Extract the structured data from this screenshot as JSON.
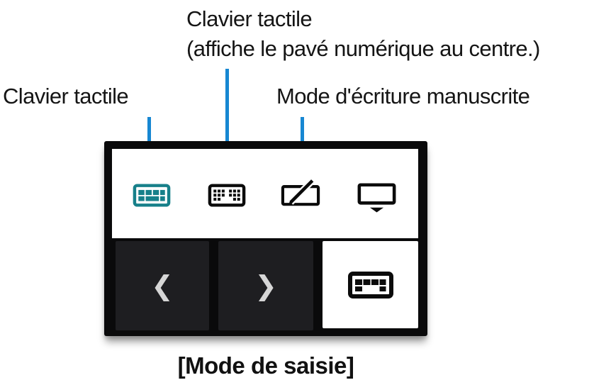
{
  "colors": {
    "callout_blue": "#1787D2",
    "selected_teal": "#17808A",
    "dark_button": "#1E1E21",
    "chevron_gray": "#D6D6D6"
  },
  "annotations": {
    "top_label": {
      "line1": "Clavier tactile",
      "line2": "(affiche le pavé numérique au centre.)"
    },
    "left_label": "Clavier tactile",
    "right_label": "Mode d'écriture manuscrite"
  },
  "caption": "[Mode de saisie]",
  "input_mode_panel": {
    "options": [
      {
        "icon": "touch-keyboard-icon",
        "selected": true
      },
      {
        "icon": "split-keyboard-numpad-icon",
        "selected": false
      },
      {
        "icon": "handwriting-mode-icon",
        "selected": false
      },
      {
        "icon": "dock-keyboard-icon",
        "selected": false
      }
    ]
  },
  "keyboard_bar": {
    "prev_glyph": "❮",
    "next_glyph": "❯",
    "keyboard_button_icon": "keyboard-icon"
  }
}
